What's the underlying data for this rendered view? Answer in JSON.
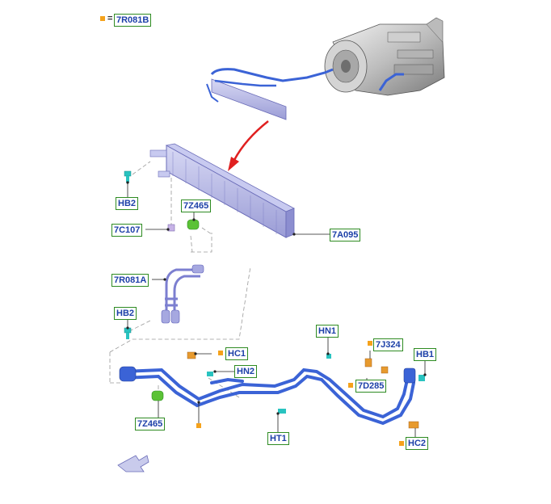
{
  "legend": {
    "marker_color": "#f5a21b",
    "equals": "=",
    "label": "7R081B"
  },
  "callouts": {
    "hb2_top": "HB2",
    "z465_top": "7Z465",
    "c107": "7C107",
    "a095": "7A095",
    "r081a": "7R081A",
    "hb2_bottom": "HB2",
    "hn1": "HN1",
    "j324": "7J324",
    "hb1": "HB1",
    "hc1": "HC1",
    "hn2": "HN2",
    "d285": "7D285",
    "ht1": "HT1",
    "hc2": "HC2",
    "z465_bottom": "7Z465"
  },
  "colors": {
    "label_text": "#1c3fa8",
    "label_border": "#2e8b22",
    "tube_blue": "#3b63d6",
    "part_lavender": "#b7b9e6",
    "fastener_cyan": "#29c3c0",
    "clip_green": "#5bc236",
    "fitting_orange": "#e79a2e",
    "arrow_red": "#e02020",
    "marker_orange": "#f5a21b"
  },
  "icons": [
    "transmission-icon",
    "cooler-icon",
    "bolt-icon",
    "clip-icon",
    "clamp-icon",
    "fitting-icon",
    "direction-arrow-icon"
  ]
}
